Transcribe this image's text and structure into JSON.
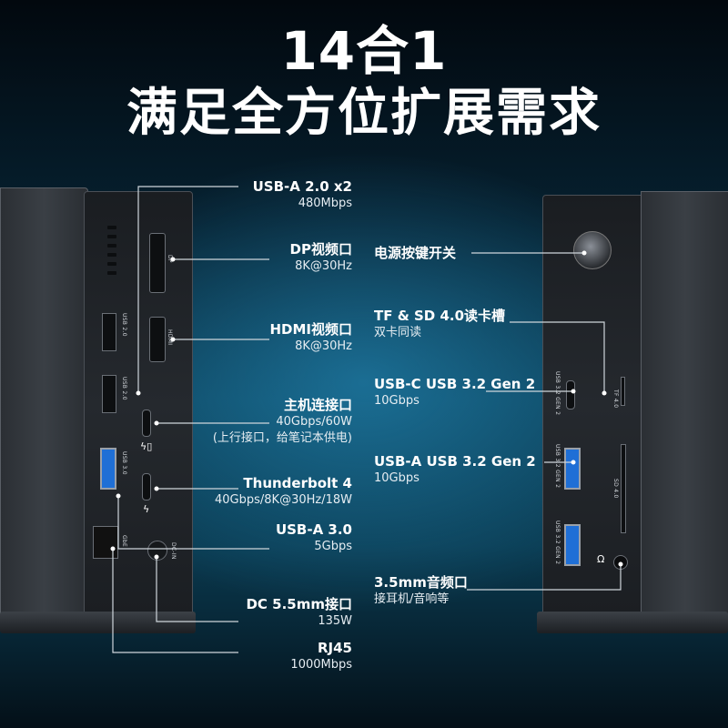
{
  "headline": {
    "line1": "14合1",
    "line2": "满足全方位扩展需求"
  },
  "left_labels": [
    {
      "title": "USB-A 2.0 x2",
      "sub": "480Mbps"
    },
    {
      "title": "DP视频口",
      "sub": "8K@30Hz"
    },
    {
      "title": "HDMI视频口",
      "sub": "8K@30Hz"
    },
    {
      "title": "主机连接口",
      "sub": "40Gbps/60W",
      "sub2": "(上行接口，给笔记本供电)"
    },
    {
      "title": "Thunderbolt 4",
      "sub": "40Gbps/8K@30Hz/18W"
    },
    {
      "title": "USB-A 3.0",
      "sub": "5Gbps"
    },
    {
      "title": "DC 5.5mm接口",
      "sub": "135W"
    },
    {
      "title": "RJ45",
      "sub": "1000Mbps"
    }
  ],
  "right_labels": [
    {
      "title": "电源按键开关"
    },
    {
      "title": "TF & SD 4.0读卡槽",
      "sub": "双卡同读"
    },
    {
      "title": "USB-C USB 3.2 Gen 2",
      "sub": "10Gbps"
    },
    {
      "title": "USB-A USB 3.2  Gen 2",
      "sub": "10Gbps"
    },
    {
      "title": "3.5mm音频口",
      "sub": "接耳机/音响等"
    }
  ],
  "port_marks": {
    "dp": "DP",
    "hdmi": "HDMI",
    "usb20a": "USB 2.0",
    "usb20b": "USB 2.0",
    "usb30": "USB 3.0",
    "gbe": "GbE",
    "dcin": "DC-IN",
    "usbc_gen2": "USB 3.2 GEN 2",
    "usba_gen2a": "USB 3.2 GEN 2",
    "usba_gen2b": "USB 3.2 GEN 2",
    "tf": "TF 4.0",
    "sd": "SD 4.0"
  },
  "colors": {
    "accent_usb3": "#1f6fd6",
    "background_top": "#02080e",
    "background_mid": "#0b3f57"
  }
}
